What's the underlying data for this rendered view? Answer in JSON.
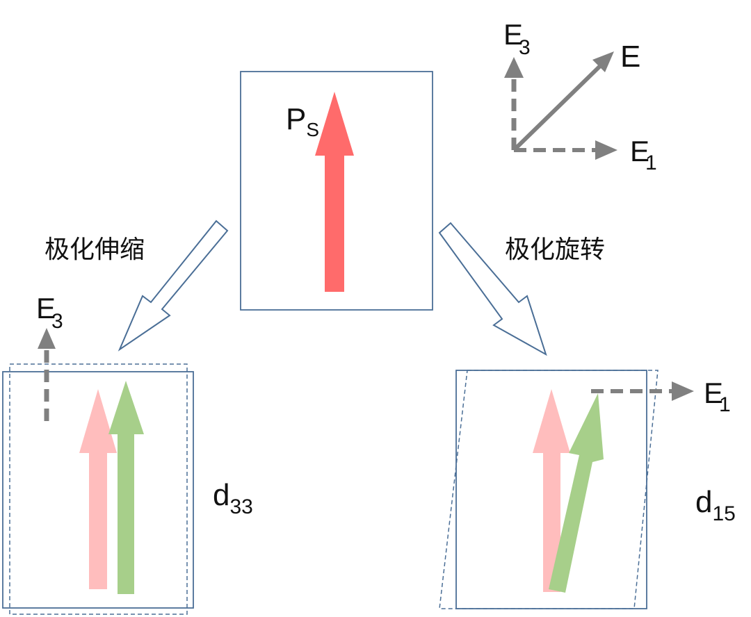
{
  "colors": {
    "box": "#4a6e96",
    "polarization": "#ff6b6b",
    "polarization_faded": "#ffbdbd",
    "strained": "#a7cf8a",
    "field": "#808080"
  },
  "top": {
    "ps_main": "P",
    "ps_sub": "S"
  },
  "axes": {
    "e3_main": "E",
    "e3_sub": "3",
    "e_label": "E",
    "e1_main": "E",
    "e1_sub": "1"
  },
  "left": {
    "mode_label": "极化伸缩",
    "field_main": "E",
    "field_sub": "3",
    "coeff_main": "d",
    "coeff_sub": "33"
  },
  "right": {
    "mode_label": "极化旋转",
    "field_main": "E",
    "field_sub": "1",
    "coeff_main": "d",
    "coeff_sub": "15"
  }
}
